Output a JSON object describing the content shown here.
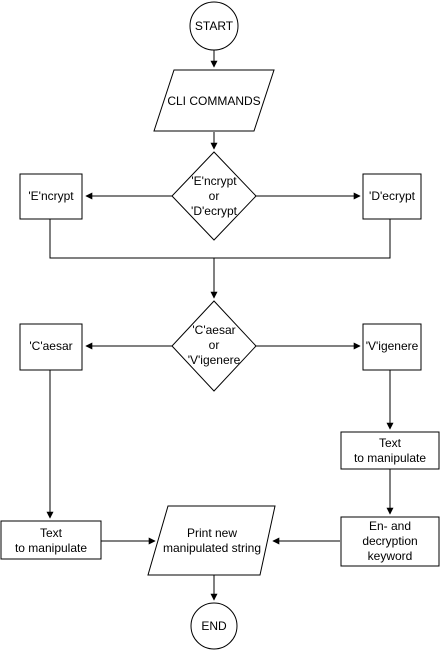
{
  "nodes": {
    "start": {
      "label": "START"
    },
    "cli_commands": {
      "label": "CLI COMMANDS"
    },
    "mode_decision": {
      "lines": [
        "'E'ncrypt",
        "or",
        "'D'ecrypt"
      ]
    },
    "encrypt": {
      "label": "'E'ncrypt"
    },
    "decrypt": {
      "label": "'D'ecrypt"
    },
    "cipher_decision": {
      "lines": [
        "'C'aesar",
        "or",
        "'V'igenere"
      ]
    },
    "caesar": {
      "label": "'C'aesar"
    },
    "vigenere": {
      "label": "'V'igenere"
    },
    "text_vigenere": {
      "lines": [
        "Text",
        "to manipulate"
      ]
    },
    "keyword": {
      "lines": [
        "En- and",
        "decryption",
        "keyword"
      ]
    },
    "text_caesar": {
      "lines": [
        "Text",
        "to manipulate"
      ]
    },
    "print_output": {
      "lines": [
        "Print new",
        "manipulated string"
      ]
    },
    "end": {
      "label": "END"
    }
  },
  "colors": {
    "stroke": "#000000",
    "fill": "#ffffff",
    "text": "#000000"
  }
}
